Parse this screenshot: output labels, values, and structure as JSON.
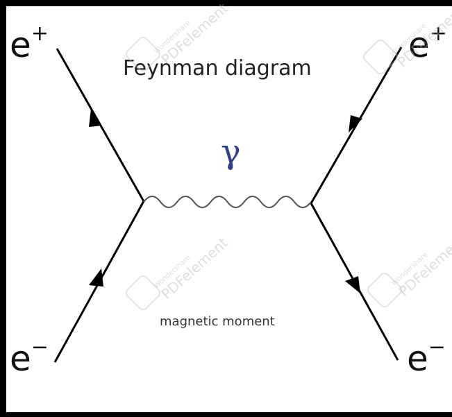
{
  "title": "Feynman diagram",
  "caption": "magnetic moment",
  "photon_label": "γ",
  "particles": {
    "top_left": {
      "base": "e",
      "charge": "+"
    },
    "top_right": {
      "base": "e",
      "charge": "+"
    },
    "bottom_left": {
      "base": "e",
      "charge": "−"
    },
    "bottom_right": {
      "base": "e",
      "charge": "−"
    }
  },
  "watermark": {
    "line1": "Wondershare",
    "line2": "PDFelement"
  },
  "colors": {
    "line": "#000000",
    "photon": "#2f3f88",
    "watermark": "#b4b4b4"
  }
}
